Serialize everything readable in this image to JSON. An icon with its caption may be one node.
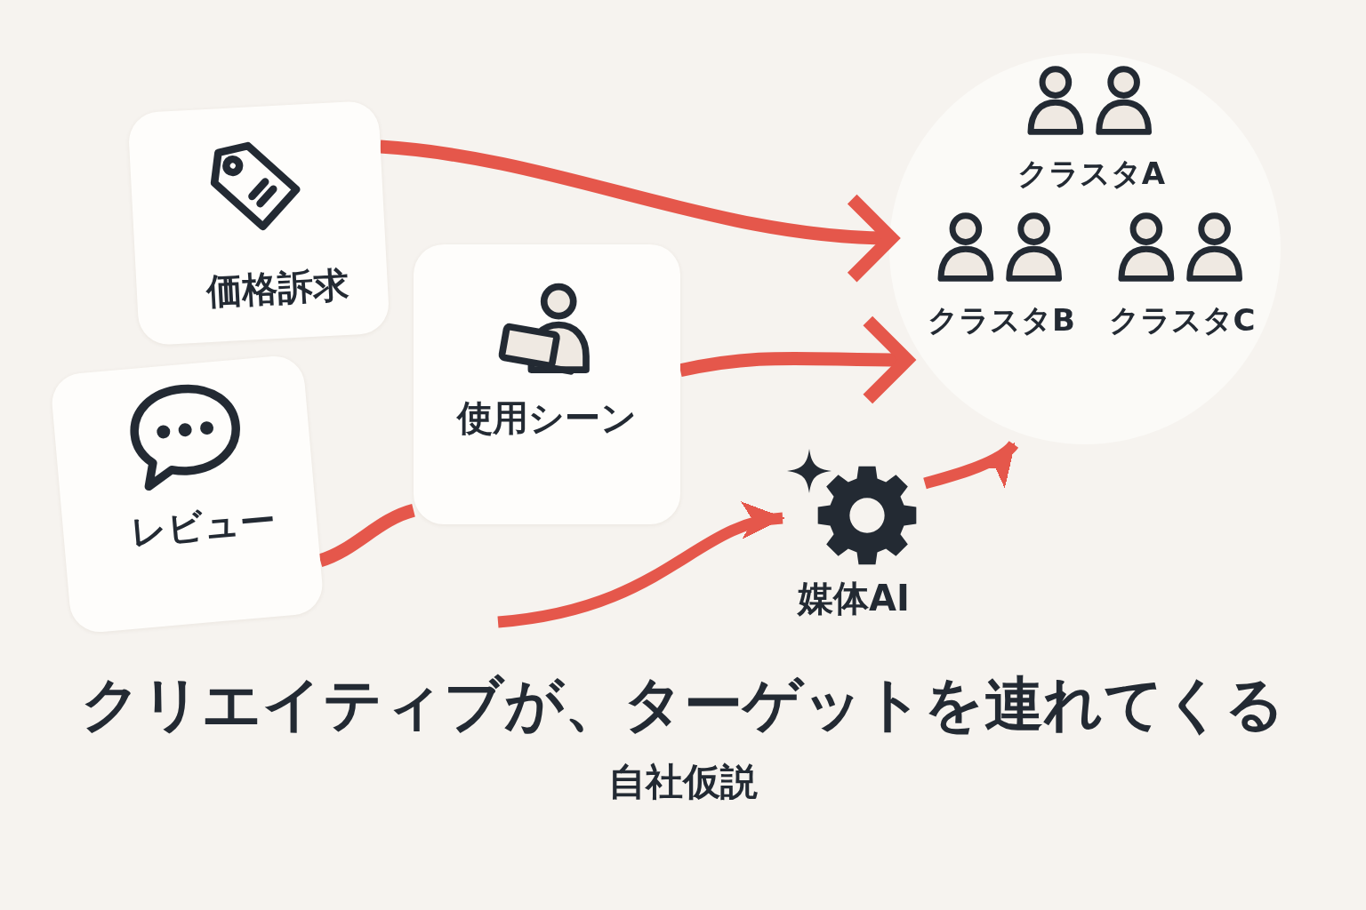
{
  "diagram": {
    "title": "クリエイティブが、ターゲットを連れてくる",
    "caption": "自社仮説",
    "nodes": [
      {
        "text": [
          "価格訴求"
        ]
      },
      {
        "text": [
          "レビュー"
        ]
      },
      {
        "text": [
          "使用シーン"
        ]
      },
      {
        "text": [],
        "shape": "circle"
      },
      {
        "text": [
          "クラスタA"
        ],
        "in": 3
      },
      {
        "text": [
          "クラスタB"
        ],
        "in": 3
      },
      {
        "text": [
          "クラスタC"
        ],
        "in": 3
      },
      {
        "text": [
          "媒体AI"
        ]
      }
    ],
    "edges": [
      {
        "from": 0,
        "to": 3,
        "arrow": "to"
      },
      {
        "from": 1,
        "to": 2,
        "arrow": "none"
      },
      {
        "from": 2,
        "to": 3,
        "arrow": "to"
      },
      {
        "from": null,
        "to": 7,
        "arrow": "to"
      },
      {
        "from": 7,
        "to": 3,
        "arrow": "to"
      }
    ]
  }
}
